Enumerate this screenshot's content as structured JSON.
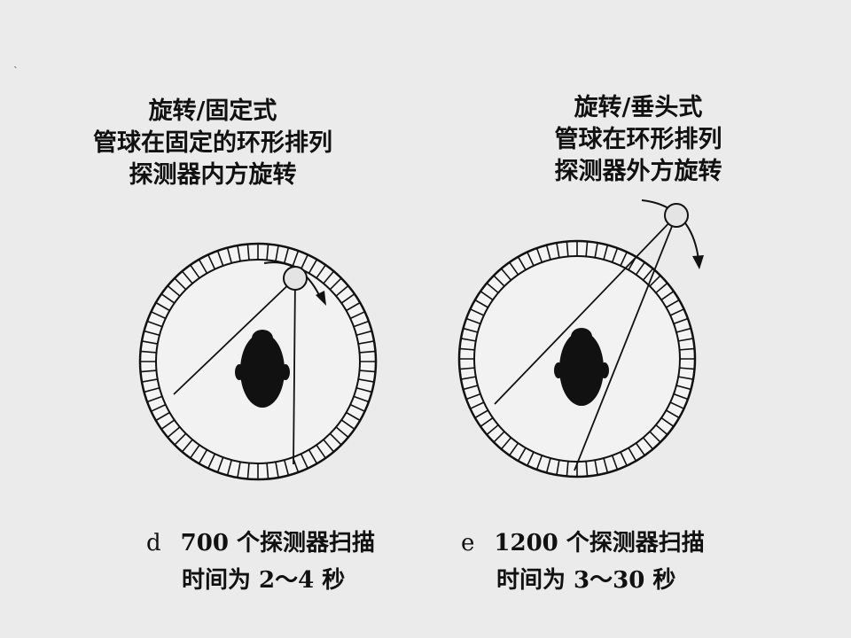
{
  "panels": {
    "d": {
      "title_lines": [
        "旋转/固定式",
        "管球在固定的环形排列",
        "探测器内方旋转"
      ],
      "caption_letter": "d",
      "caption_line1": "700 个探测器扫描",
      "caption_line2": "时间为 2～4 秒"
    },
    "e": {
      "title_lines": [
        "旋转/垂头式",
        "管球在环形排列",
        "探测器外方旋转"
      ],
      "caption_letter": "e",
      "caption_line1": "1200 个探测器扫描",
      "caption_line2": "时间为 3～30 秒"
    }
  },
  "stray_mark": "ˏ",
  "colors": {
    "background": "#ebebeb",
    "ink": "#111111",
    "ring_fill": "#f4f4f4",
    "tube": "#e4e4e4"
  },
  "icons": {
    "head": "head-silhouette-icon",
    "tube": "x-ray-tube-icon",
    "arrow": "rotation-arrow-icon"
  }
}
